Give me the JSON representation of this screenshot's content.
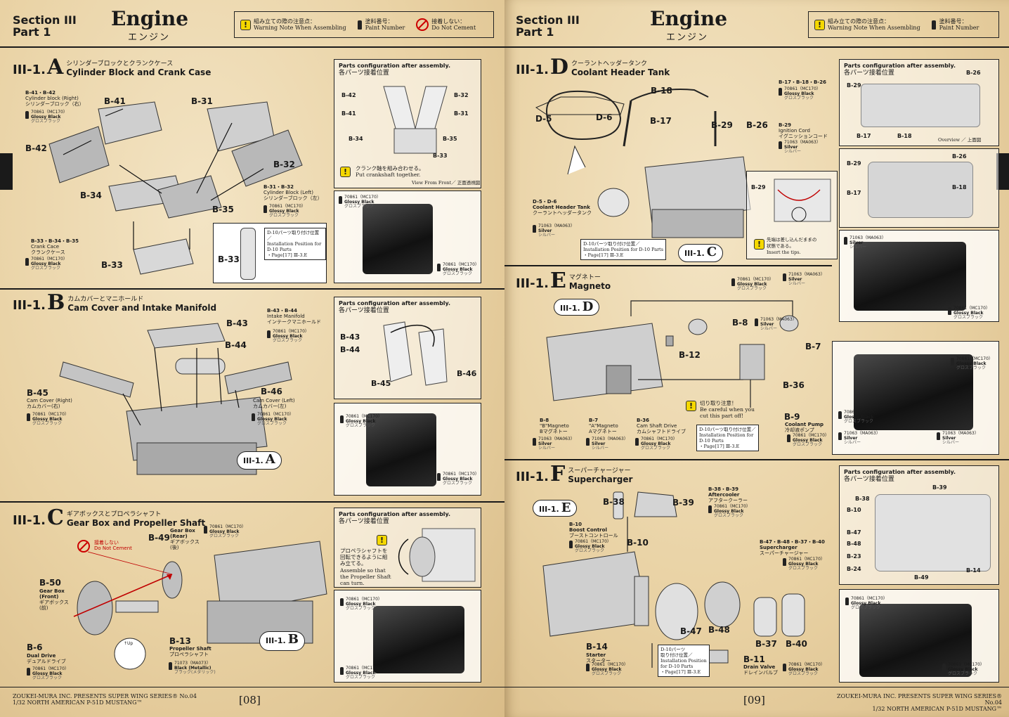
{
  "header": {
    "section": "Section III",
    "part": "Part 1",
    "title": "Engine",
    "title_jp": "エンジン",
    "legend": {
      "warning_jp": "組み立ての際の注意点：",
      "warning_en": "Warning Note When Assembling",
      "paint_jp": "塗料番号：",
      "paint_en": "Paint Number",
      "nocement_jp": "接着しない：",
      "nocement_en": "Do Not Cement"
    }
  },
  "left": {
    "stepA": {
      "num": "III-1.",
      "letter": "A",
      "jp": "シリンダーブロックとクランクケース",
      "en": "Cylinder Block and Crank Case",
      "note_right_ids": "B-41・B-42",
      "note_right_name": "Cylinder block (Right)",
      "note_right_jp": "シリンダーブロック（右）",
      "note_left_ids": "B-31・B-32",
      "note_left_name": "Cylinder Block (Left)",
      "note_left_jp": "シリンダーブロック（左）",
      "note_crank_ids": "B-33・B-34・B-35",
      "note_crank_name": "Crank Cace",
      "note_crank_jp": "クランクケース",
      "parts": [
        "B-41",
        "B-31",
        "B-42",
        "B-32",
        "B-34",
        "B-35",
        "B-33",
        "B-33"
      ],
      "ref": [
        "D-10パーツ取り付け位置／",
        "Installation Position for",
        "D-10 Parts",
        "・Page[17] Ⅲ-3.E"
      ],
      "panel_parts": [
        "B-42",
        "B-32",
        "B-41",
        "B-31",
        "B-34",
        "B-35",
        "B-33"
      ],
      "panel_warning": [
        "クランク軸を組み合わせる。",
        "Put crankshaft together."
      ],
      "panel_view": "View From Front／ 正面透視図"
    },
    "stepB": {
      "num": "III-1.",
      "letter": "B",
      "jp": "カムカバーとマニホールド",
      "en": "Cam Cover and Intake Manifold",
      "note_int_ids": "B-43・B-44",
      "note_int_name": "Intake Manifold",
      "note_int_jp": "インテークマニホールド",
      "parts": [
        "B-43",
        "B-44",
        "B-45",
        "B-46"
      ],
      "cam_right_name": "Cam Cover (Right)",
      "cam_right_jp": "カムカバー(右)",
      "cam_left_name": "Cam Cover (Left)",
      "cam_left_jp": "カムカバー(左)",
      "callout_num": "III-1.",
      "callout_letter": "A",
      "panel_parts": [
        "B-43",
        "B-44",
        "B-45",
        "B-46"
      ]
    },
    "stepC": {
      "num": "III-1.",
      "letter": "C",
      "jp": "ギアボックスとプロペラシャフト",
      "en": "Gear Box and Propeller Shaft",
      "nocement_jp": "接着しない",
      "nocement_en": "Do Not Cement",
      "b49": "B-49",
      "b49_name": "Gear Box",
      "b49_sub": "(Rear)",
      "b49_jp": "ギアボックス",
      "b49_jp2": "(後)",
      "b50": "B-50",
      "b50_name": "Gear Box",
      "b50_sub": "(Front)",
      "b50_jp": "ギアボックス",
      "b50_jp2": "(前)",
      "b13": "B-13",
      "b13_name": "Propeller Shaft",
      "b13_jp": "プロペラシャフト",
      "b6": "B-6",
      "b6_name": "Dual Drive",
      "b6_jp": "デュアルドライブ",
      "up": "↑Up",
      "callout_num": "III-1.",
      "callout_letter": "B",
      "panel_note_jp": [
        "プロペラシャフトを",
        "回転できるように組",
        "み立てる。"
      ],
      "panel_note_en": [
        "Assemble so that",
        "the Propeller Shaft",
        "can turn."
      ]
    },
    "paints": {
      "p70861": "70861（MC170）",
      "glossy": "Glossy Black",
      "glossy_jp": "グロスブラック",
      "p71073": "71073（MA073）",
      "black_met": "Black (Metallic)",
      "black_met_jp": "ブラック(メタリック)",
      "p71063": "71063（MA063）",
      "silver": "Silver",
      "silver_jp": "シルバー"
    },
    "panel_title": "Parts configuration after assembly.",
    "panel_title_jp": "各パーツ接着位置",
    "footer": [
      "ZOUKEI-MURA INC. PRESENTS   SUPER WING SERIES® No.04",
      "1/32   NORTH AMERICAN P-51D MUSTANG™"
    ],
    "page_number": "[08]"
  },
  "right": {
    "stepD": {
      "num": "III-1.",
      "letter": "D",
      "jp": "クーラントヘッダータンク",
      "en": "Coolant Header Tank",
      "parts": [
        "B-18",
        "B-17",
        "B-29",
        "B-26",
        "D-5",
        "D-6"
      ],
      "note_ids": "B-17・B-18・B-26",
      "note_29": "B-29",
      "note_29_name": "Ignition Cord",
      "note_29_jp": "イグニッションコード",
      "note_d": "D-5・D-6",
      "note_d_name": "Coolant Header Tank",
      "note_d_jp": "クーラントヘッダータンク",
      "ref": [
        "D-10パーツ取り付け位置／",
        "Installation Position for D-10 Parts",
        "・Page[17] Ⅲ-3.E"
      ],
      "callout_num": "III-1.",
      "callout_letter": "C",
      "mini_part": "B-29",
      "mini_warn_jp": [
        "先端は差し込んだままの",
        "状態である。"
      ],
      "mini_warn_en": "Insert the tips.",
      "panel_parts": [
        "B-26",
        "B-29",
        "B-17",
        "B-18"
      ],
      "overview": "Overview ／ 上面図",
      "panel2_parts": [
        "B-29",
        "B-26",
        "B-17",
        "B-18"
      ]
    },
    "stepE": {
      "num": "III-1.",
      "letter": "E",
      "jp": "マグネトー",
      "en": "Magneto",
      "callout_num": "III-1.",
      "callout_letter": "D",
      "parts": [
        "B-8",
        "B-12",
        "B-7",
        "B-36",
        "B-9"
      ],
      "b8_name": "\"B\"Magneto",
      "b8_jp": "Bマグネトー",
      "b7_name": "\"A\"Magneto",
      "b7_jp": "Aマグネトー",
      "b36_name": "Cam Shaft Drive",
      "b36_jp": "カムシャフトドライブ",
      "b9_name": "Coolant Pump",
      "b9_jp": "冷却液ポンプ",
      "warn_jp": "切り取り注意！",
      "warn_en": [
        "Be careful when you",
        "cut this part off!"
      ],
      "ref": [
        "D-10パーツ取り付け位置／",
        "Installation Position for",
        "D-10 Parts",
        "・Page[17] Ⅲ-3.E"
      ]
    },
    "stepF": {
      "num": "III-1.",
      "letter": "F",
      "jp": "スーパーチャージャー",
      "en": "Supercharger",
      "callout_num": "III-1.",
      "callout_letter": "E",
      "parts": [
        "B-38",
        "B-39",
        "B-10",
        "B-47",
        "B-48",
        "B-37",
        "B-40",
        "B-14",
        "B-11"
      ],
      "after_ids": "B-38・B-39",
      "after_name": "Aftercooler",
      "after_jp": "アフタークーラー",
      "b10_name": "Boost Control",
      "b10_jp": "ブーストコントロール",
      "super_ids": "B-47・B-48・B-37・B-40",
      "super_name": "Supercharger",
      "super_jp": "スーパーチャージャー",
      "b14_name": "Starter",
      "b14_jp": "スターター",
      "b11_name": "Drain Valve",
      "b11_jp": "ドレインバルブ",
      "ref": [
        "D-10パーツ",
        "取り付け位置／",
        "Installation Position",
        "for D-10 Parts",
        "・Page[17] Ⅲ-3.E"
      ],
      "panel_parts": [
        "B-39",
        "B-38",
        "B-10",
        "B-47",
        "B-48",
        "B-23",
        "B-24",
        "B-49",
        "B-14"
      ]
    },
    "footer": [
      "ZOUKEI-MURA INC. PRESENTS   SUPER WING SERIES® No.04",
      "1/32   NORTH AMERICAN P-51D MUSTANG™"
    ],
    "page_number": "[09]"
  },
  "colors": {
    "accent_red": "#c00000",
    "warning_yellow": "#f5d800",
    "ink": "#1a1a1a"
  },
  "icons": [
    "warning-icon",
    "paint-bottle-icon",
    "no-cement-icon"
  ]
}
